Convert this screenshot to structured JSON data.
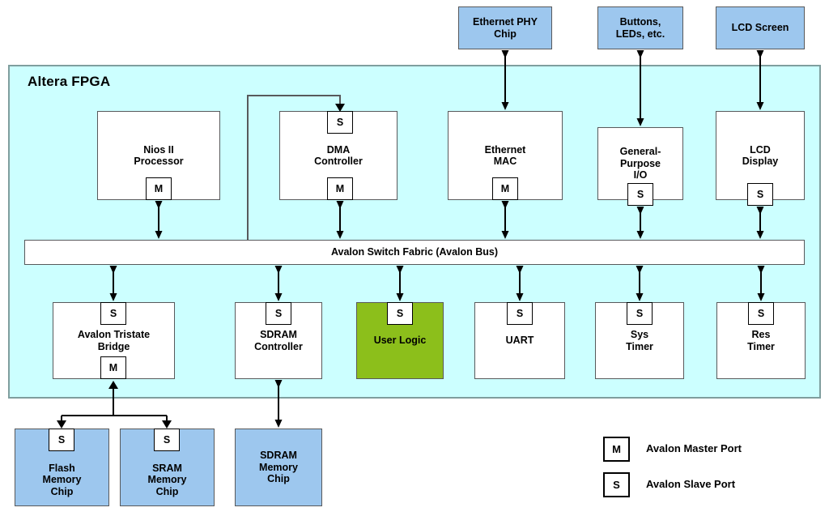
{
  "diagram": {
    "title": "Altera FPGA",
    "bus": {
      "label": "Avalon Switch Fabric (Avalon Bus)"
    },
    "external_chips": [
      {
        "id": "ethernet-phy-chip",
        "label": "Ethernet PHY\nChip"
      },
      {
        "id": "buttons-leds",
        "label": "Buttons,\nLEDs, etc."
      },
      {
        "id": "lcd-screen",
        "label": "LCD Screen"
      },
      {
        "id": "flash-memory-chip",
        "label": "Flash\nMemory\nChip",
        "port": "S"
      },
      {
        "id": "sram-memory-chip",
        "label": "SRAM\nMemory\nChip",
        "port": "S"
      },
      {
        "id": "sdram-memory-chip",
        "label": "SDRAM\nMemory\nChip"
      }
    ],
    "fpga_cores_top": [
      {
        "id": "nios-ii-processor",
        "label": "Nios II\nProcessor",
        "ports": [
          "M"
        ]
      },
      {
        "id": "dma-controller",
        "label": "DMA\nController",
        "ports": [
          "S",
          "M"
        ]
      },
      {
        "id": "ethernet-mac",
        "label": "Ethernet\nMAC",
        "ports": [
          "M"
        ]
      },
      {
        "id": "general-purpose-io",
        "label": "General-\nPurpose\nI/O",
        "ports": [
          "S"
        ]
      },
      {
        "id": "lcd-display",
        "label": "LCD\nDisplay",
        "ports": [
          "S"
        ]
      }
    ],
    "fpga_cores_bottom": [
      {
        "id": "avalon-tristate-bridge",
        "label": "Avalon Tristate\nBridge",
        "ports": [
          "S",
          "M"
        ]
      },
      {
        "id": "sdram-controller",
        "label": "SDRAM\nController",
        "ports": [
          "S"
        ]
      },
      {
        "id": "user-logic",
        "label": "User Logic",
        "ports": [
          "S"
        ]
      },
      {
        "id": "uart",
        "label": "UART",
        "ports": [
          "S"
        ]
      },
      {
        "id": "sys-timer",
        "label": "Sys\nTimer",
        "ports": [
          "S"
        ]
      },
      {
        "id": "res-timer",
        "label": "Res\nTimer",
        "ports": [
          "S"
        ]
      }
    ],
    "legend": [
      {
        "symbol": "M",
        "label": "Avalon Master Port"
      },
      {
        "symbol": "S",
        "label": "Avalon Slave Port"
      }
    ],
    "colors": {
      "fpga_fill": "#CCFFFF",
      "chip_fill": "#9DC7EE",
      "user_logic_fill": "#8CBF1B",
      "core_fill": "#FFFFFF",
      "border": "#58595B",
      "line": "#000000"
    }
  }
}
